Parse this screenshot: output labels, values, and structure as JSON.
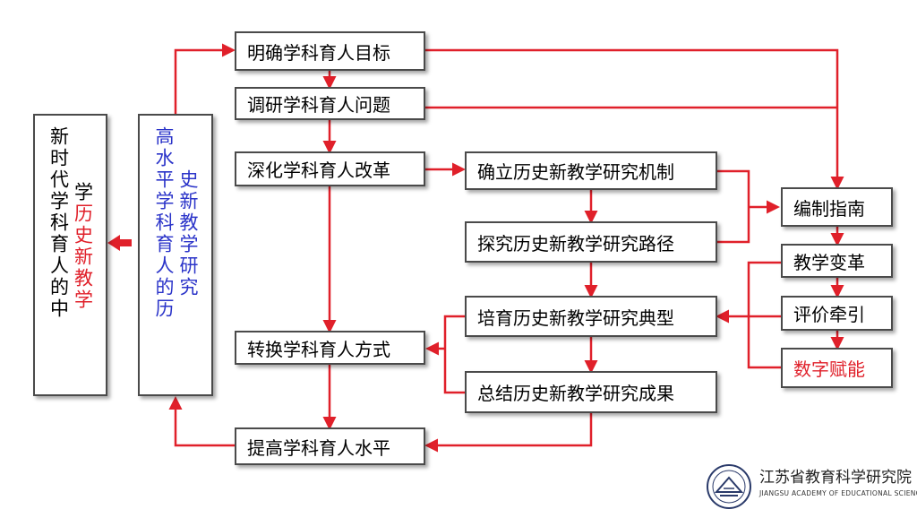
{
  "left_box": {
    "col_outer": "新时代学科育人的中",
    "col_inner_black": "学",
    "col_inner_red": "历史新教学"
  },
  "mid_box": {
    "col_outer": "高水平学科育人的历",
    "col_inner": "史新教学研究"
  },
  "main_steps": [
    "明确学科育人目标",
    "调研学科育人问题",
    "深化学科育人改革",
    "转换学科育人方式",
    "提高学科育人水平"
  ],
  "history_steps": [
    "确立历史新教学研究机制",
    "探究历史新教学研究路径",
    "培育历史新教学研究典型",
    "总结历史新教学研究成果"
  ],
  "right_steps": [
    "编制指南",
    "教学变革",
    "评价牵引"
  ],
  "right_step_highlight": "数字赋能",
  "logo": {
    "name_cn": "江苏省教育科学研究院",
    "name_en": "JIANGSU ACADEMY OF EDUCATIONAL SCIENCES"
  },
  "colors": {
    "arrow": "#e0202a",
    "blue_text": "#2b34c9",
    "border": "#4a4a4a"
  }
}
